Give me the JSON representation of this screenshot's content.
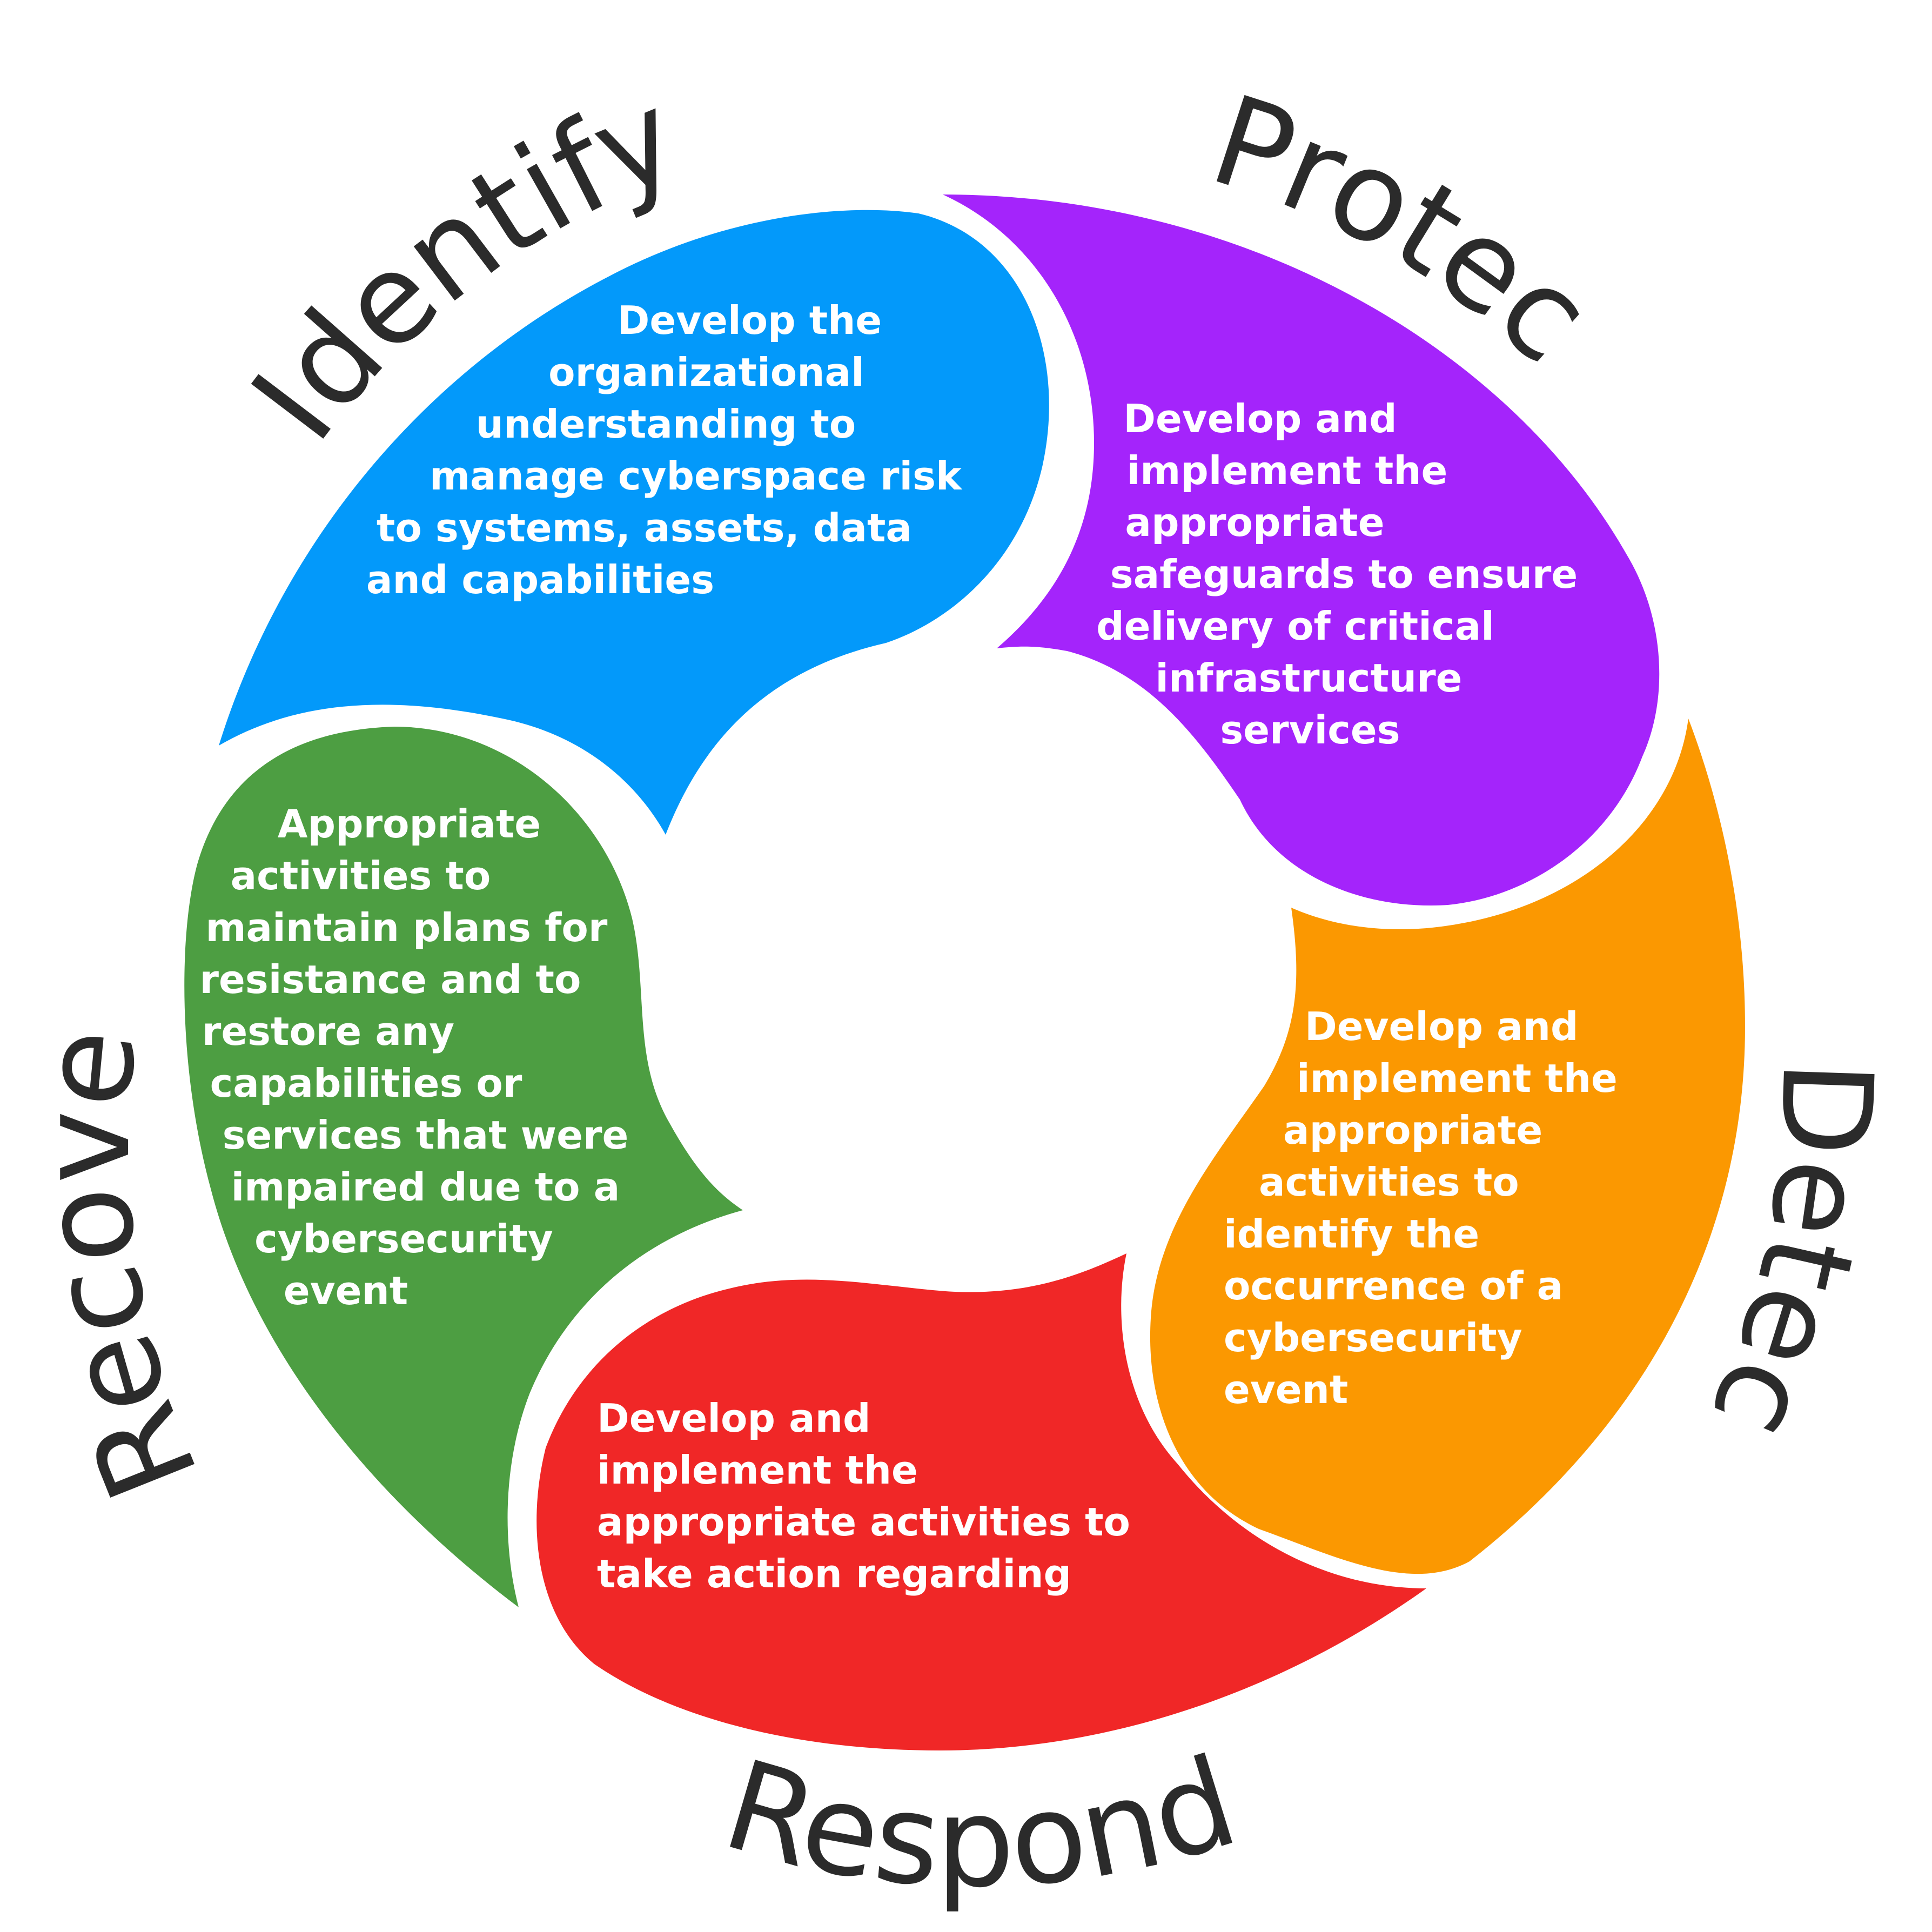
{
  "segments": [
    {
      "key": "identify",
      "title": "Identify",
      "color": "#0399fa",
      "lines": [
        "Develop the",
        "organizational",
        "understanding to",
        "manage cyberspace risk",
        "to systems, assets, data",
        "and capabilities"
      ]
    },
    {
      "key": "protect",
      "title": "Protect",
      "color": "#a424fb",
      "lines": [
        "Develop and",
        "implement the",
        "appropriate",
        "safeguards to ensure",
        "delivery of critical",
        "infrastructure",
        "services"
      ]
    },
    {
      "key": "detect",
      "title": "Detect",
      "color": "#fb9801",
      "lines": [
        "Develop and",
        "implement the",
        "appropriate",
        "activities to",
        "identify the",
        "occurrence of a",
        "cybersecurity",
        "event"
      ]
    },
    {
      "key": "respond",
      "title": "Respond",
      "color": "#f02727",
      "lines": [
        "Develop and",
        "implement the",
        "appropriate activities to",
        "take action regarding"
      ]
    },
    {
      "key": "recover",
      "title": "Recover",
      "color": "#4d9e42",
      "lines": [
        "Appropriate",
        "activities to",
        "maintain plans for",
        "resistance and to",
        "restore any",
        "capabilities or",
        "services that were",
        "impaired due to a",
        "cybersecurity",
        "event"
      ]
    }
  ]
}
